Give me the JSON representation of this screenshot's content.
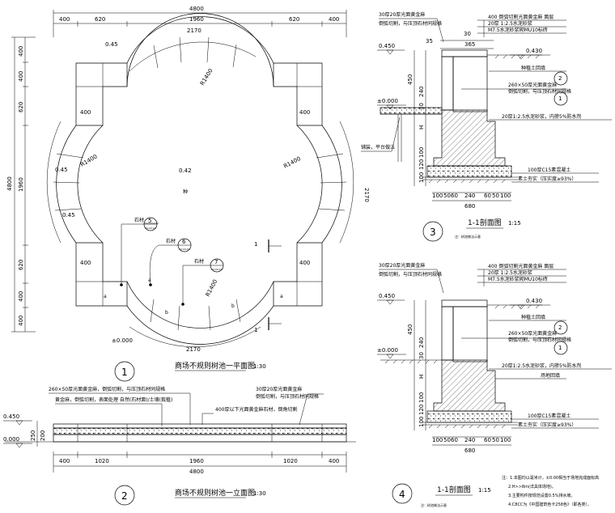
{
  "plan": {
    "top_dims": [
      "4800",
      "400",
      "620",
      "1960",
      "620",
      "400",
      "2170"
    ],
    "left_dims": [
      "4800",
      "400",
      "400",
      "620",
      "1960",
      "620",
      "400",
      "400"
    ],
    "right_dims": [
      "2170"
    ],
    "bottom_dims": [
      "2170"
    ],
    "levels": [
      "0.45",
      "0.45",
      "0.45",
      "0.42",
      "±0.000"
    ],
    "radii": [
      "R1400",
      "R1400",
      "R1400",
      "R1400"
    ],
    "cell_dims": [
      "400",
      "400",
      "400",
      "400"
    ],
    "center_label": "种",
    "callouts": [
      {
        "label": "石材",
        "num": "5",
        "ref": "XX-XX-XX"
      },
      {
        "label": "石材",
        "num": "6",
        "ref": "XX-XX-XX"
      },
      {
        "label": "石材",
        "num": "7",
        "ref": "XX-XX-XX"
      }
    ],
    "section_mark": "1",
    "small_letters": [
      "a",
      "b",
      "b",
      "a",
      "a"
    ],
    "title": "商场不规则树池一平面图",
    "scale": "1:30",
    "number": "1"
  },
  "elevation": {
    "notes": [
      "260×50厚光面黄金麻，倒弧切割，与压顶石材同规格",
      "30厚20厚光面黄金麻",
      "倒弧切割，与压顶石材同规格",
      "黄金麻，倒弧切割，表面处理 自然(石材面)/土壤(栽植)",
      "400厚以下光面黄金麻石材，倒角切割"
    ],
    "levels": [
      "0.450",
      "0.000"
    ],
    "heights": [
      "250",
      "200"
    ],
    "bottom_dims": [
      "400",
      "1020",
      "1960",
      "1020",
      "400"
    ],
    "total": "4800",
    "title": "商场不规则树池一立面图",
    "scale": "1:30",
    "number": "2"
  },
  "section3": {
    "notes_top": [
      "30厚20厚光面黄金麻",
      "倒弧切割，与压顶石材同规格",
      "400 倒弧切割光面黄金麻 面层",
      "20厚 1:2.5水泥砂浆",
      "M7.5水泥砂浆砌MU10标砖"
    ],
    "dims_top": [
      "35",
      "30",
      "365"
    ],
    "levels": [
      "0.450",
      "0.430",
      "±0.000"
    ],
    "heights": [
      "450",
      "240",
      "30",
      "H",
      "100",
      "120",
      "100"
    ],
    "right_notes": [
      "种植土回填",
      "260×50厚光面黄金麻",
      "倒弧切割，与压顶石材同规格",
      "20厚1:2.5水泥砂浆，内掺5%防水剂",
      "100厚C15素混凝土",
      "素土夯实（压实度≥93%）"
    ],
    "left_note": "铺装，平台做法",
    "bottom_dims": [
      "100",
      "50",
      "60",
      "240",
      "60",
      "50",
      "100"
    ],
    "total": "680",
    "callouts": [
      "2",
      "1"
    ],
    "title": "1-1剖面图",
    "scale": "1:15",
    "sub": "注：树池做法示意",
    "number": "3"
  },
  "section4": {
    "notes_top": [
      "30厚20厚光面黄金麻",
      "倒弧切割，与压顶石材同规格",
      "400 倒弧切割光面黄金麻 面层",
      "20厚 1:2.5水泥砂浆",
      "M7.5水泥砂浆砌MU10标砖"
    ],
    "levels": [
      "0.450",
      "0.430",
      "±0.000"
    ],
    "heights": [
      "450",
      "240",
      "30",
      "H",
      "100",
      "120",
      "100"
    ],
    "right_notes": [
      "种植土回填",
      "260×50厚光面黄金麻",
      "倒弧切割，与压顶石材同规格",
      "20厚1:2.5水泥砂浆，内掺5%防水剂",
      "场地回填",
      "100厚C15素混凝土",
      "素土夯实（压实度≥93%）"
    ],
    "bottom_dims": [
      "100",
      "50",
      "60",
      "240",
      "60",
      "50",
      "100"
    ],
    "total": "680",
    "callouts": [
      "2",
      "1"
    ],
    "title": "1-1剖面图",
    "scale": "1:15",
    "sub": "注：树池做法示意",
    "number": "4"
  },
  "general_notes": [
    "注：1.本图均以毫米计，±0.00相当于场地完成面标高",
    "2.H>>8m(详具体场地)。",
    "3.主要构件按规范设置0.5%排水坡。",
    "4.C8CC为《中国建筑色卡258色》（即各类）。"
  ]
}
